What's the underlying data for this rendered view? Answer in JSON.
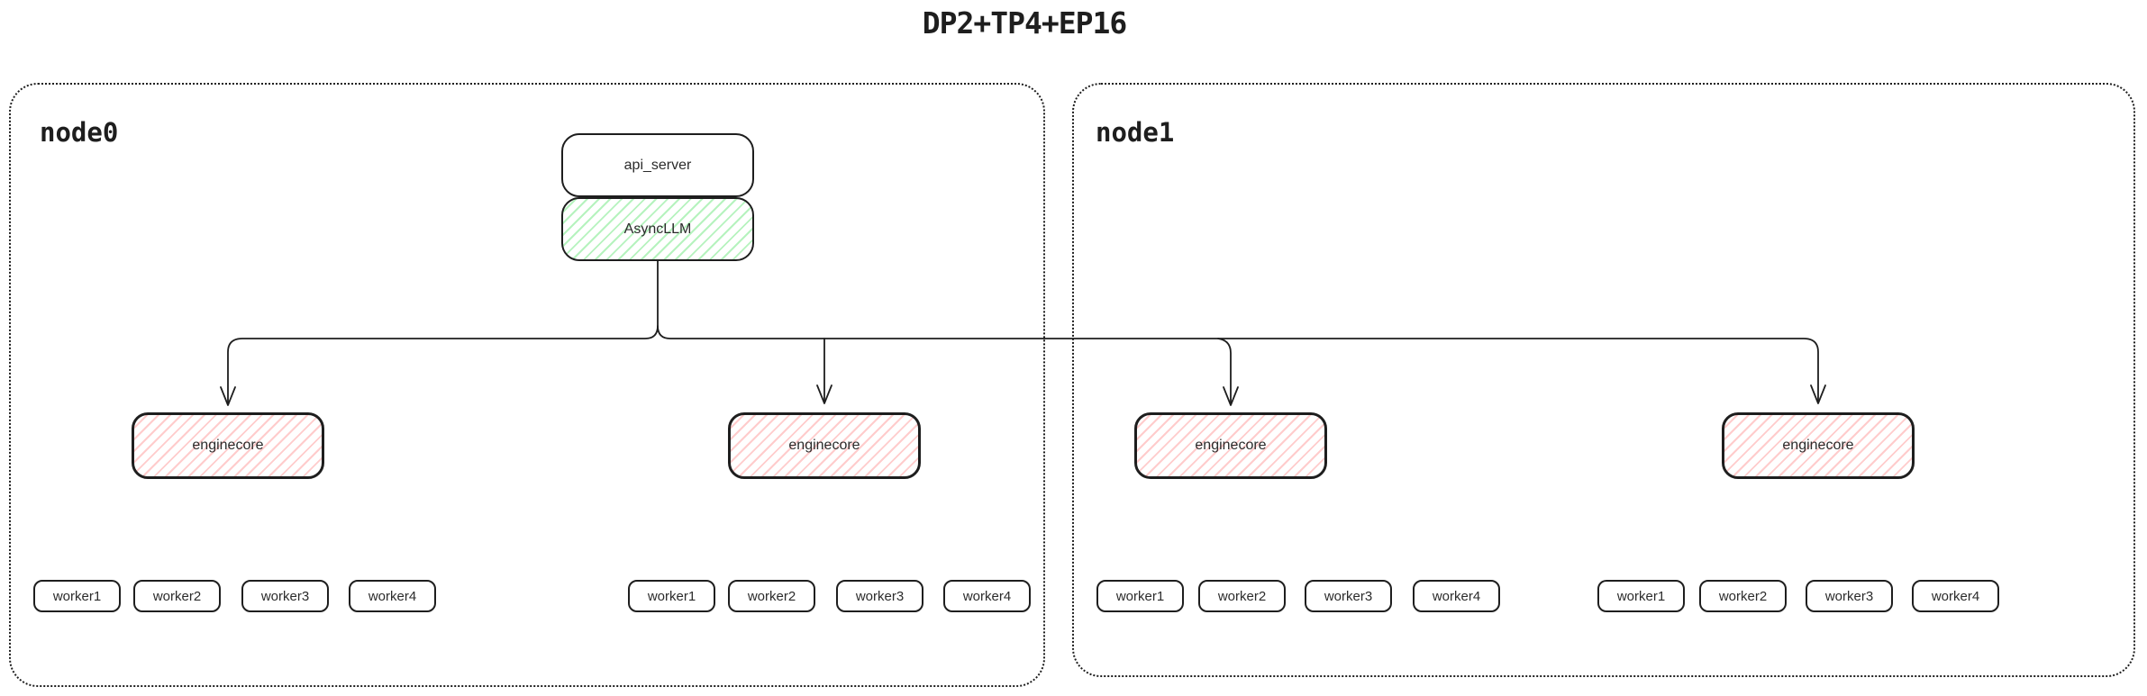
{
  "title": "DP2+TP4+EP16",
  "nodes": [
    {
      "label": "node0"
    },
    {
      "label": "node1"
    }
  ],
  "api_server": {
    "label": "api_server"
  },
  "async_llm": {
    "label": "AsyncLLM"
  },
  "enginecores": [
    {
      "label": "enginecore"
    },
    {
      "label": "enginecore"
    },
    {
      "label": "enginecore"
    },
    {
      "label": "enginecore"
    }
  ],
  "worker_groups": [
    {
      "workers": [
        "worker1",
        "worker2",
        "worker3",
        "worker4"
      ]
    },
    {
      "workers": [
        "worker1",
        "worker2",
        "worker3",
        "worker4"
      ]
    },
    {
      "workers": [
        "worker1",
        "worker2",
        "worker3",
        "worker4"
      ]
    },
    {
      "workers": [
        "worker1",
        "worker2",
        "worker3",
        "worker4"
      ]
    }
  ],
  "colors": {
    "stroke": "#1e1e1e",
    "async_llm_fill": "#b2f2bb",
    "enginecore_fill": "#ffc9c9",
    "background": "#ffffff"
  }
}
